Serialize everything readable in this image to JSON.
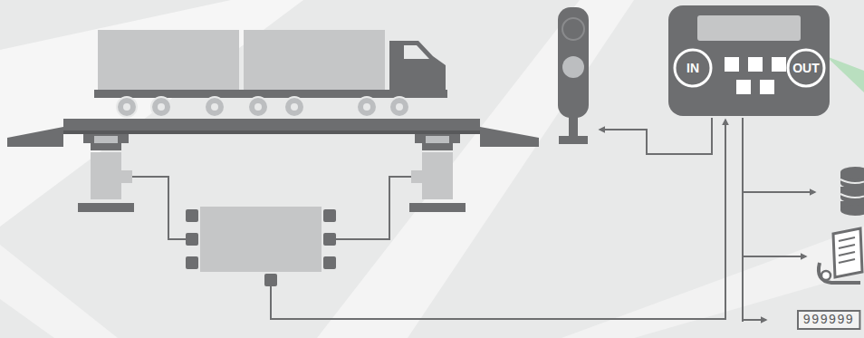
{
  "diagram": {
    "nodes": [
      {
        "text": [
          "IN"
        ]
      },
      {
        "text": [
          "OUT"
        ]
      },
      {
        "text": [
          "999999"
        ]
      }
    ]
  }
}
